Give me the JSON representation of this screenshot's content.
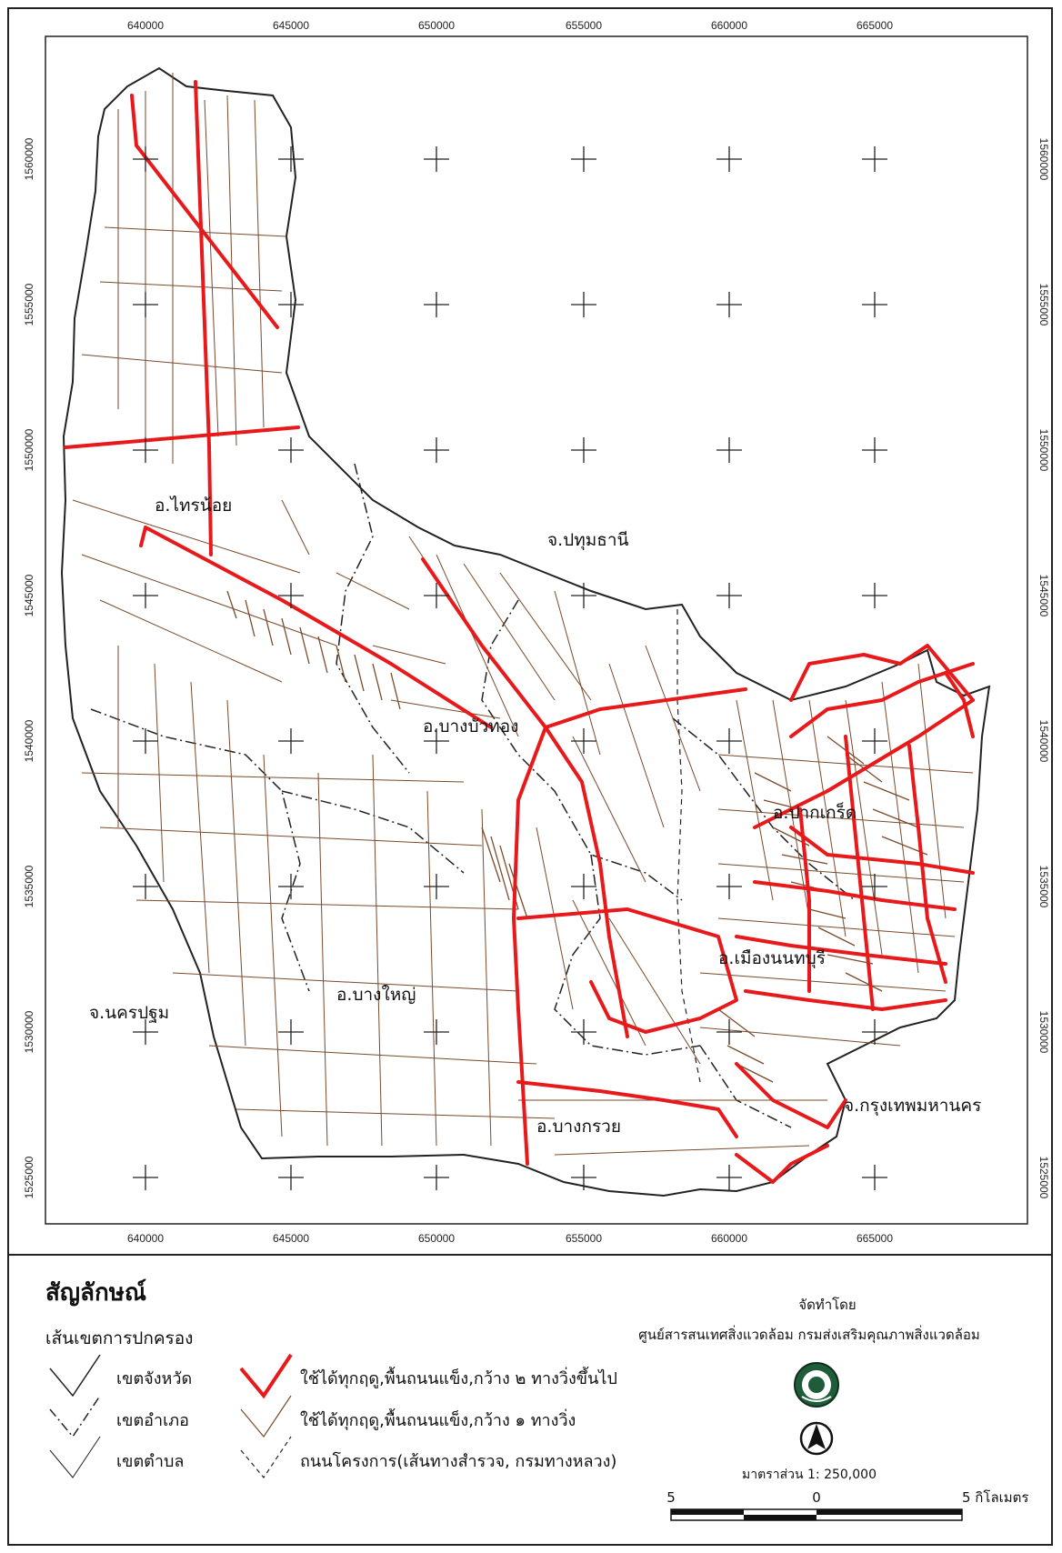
{
  "map": {
    "x_ticks": [
      "640000",
      "645000",
      "650000",
      "655000",
      "660000",
      "665000"
    ],
    "y_ticks": [
      "1560000",
      "1555000",
      "1550000",
      "1545000",
      "1540000",
      "1535000",
      "1530000",
      "1525000"
    ],
    "places": {
      "district_sainoi": "อ.ไทรน้อย",
      "province_pathumthani": "จ.ปทุมธานี",
      "district_bangbuathong": "อ.บางบัวทอง",
      "district_pakkret": "อ.ปากเกร็ด",
      "district_muang": "อ.เมืองนนทบุรี",
      "district_bangyai": "อ.บางใหญ่",
      "province_nakhonpathom": "จ.นครปฐม",
      "district_bangkruai": "อ.บางกรวย",
      "province_bangkok": "จ.กรุงเทพมหานคร"
    }
  },
  "legend": {
    "title": "สัญลักษณ์",
    "admin_heading": "เส้นเขตการปกครอง",
    "province_boundary": "เขตจังหวัด",
    "district_boundary": "เขตอำเภอ",
    "subdistrict_boundary": "เขตตำบล",
    "road_major": "ใช้ได้ทุกฤดู,พื้นถนนแข็ง,กว้าง ๒ ทางวิ่งขึ้นไป",
    "road_minor": "ใช้ได้ทุกฤดู,พื้นถนนแข็ง,กว้าง ๑ ทางวิ่ง",
    "road_project": "ถนนโครงการ(เส้นทางสำรวจ, กรมทางหลวง)",
    "prepared_by": "จัดทำโดย",
    "agency": "ศูนย์สารสนเทศสิ่งแวดล้อม กรมส่งเสริมคุณภาพสิ่งแวดล้อม",
    "scale_text": "มาตราส่วน 1: 250,000",
    "scale_left": "5",
    "scale_mid": "0",
    "scale_right": "5 กิโลเมตร",
    "north_letter": "N"
  },
  "colors": {
    "major_road": "#e8191b",
    "minor_road": "#7a4a2a",
    "boundary": "#222222"
  }
}
